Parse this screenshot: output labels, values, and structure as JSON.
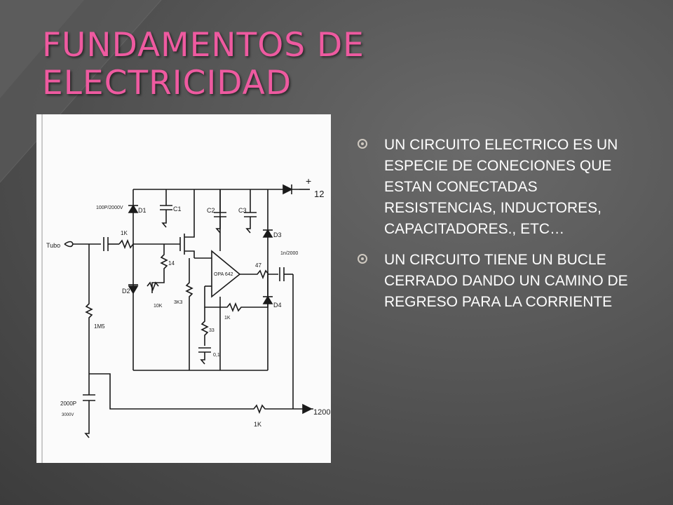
{
  "slide": {
    "title_line1": "FUNDAMENTOS DE",
    "title_line2": "ELECTRICIDAD",
    "bullets": [
      "UN CIRCUITO ELECTRICO ES UN  ESPECIE DE CONECIONES QUE ESTAN CONECTADAS RESISTENCIAS, INDUCTORES, CAPACITADORES., ETC…",
      "UN CIRCUITO TIENE UN BUCLE CERRADO DANDO UN CAMINO DE REGRESO PARA LA CORRIENTE"
    ],
    "title_color": "#ee5aa0",
    "background_color": "#555555"
  },
  "schematic": {
    "labels": {
      "tubo": "Tubo",
      "cap_in": "100P/2000V",
      "r_1k": "1K",
      "d1": "D1",
      "c1": "C1",
      "c2": "C2",
      "c3": "C3",
      "r_14": "14",
      "d2": "D2",
      "pot_10k": "10K",
      "r_3k3": "3K3",
      "opa": "OPA 642",
      "r_47": "47",
      "d3": "D3",
      "d4": "D4",
      "cap_out": "1n/2000",
      "plus": "+",
      "v12": "12",
      "r_1m5": "1M5",
      "r_1k_fb": "1K",
      "r_33": "33",
      "cap_01": "0,1",
      "cap_2000p": "2000P",
      "cap_2000p_v": "3000V",
      "r_1k_bot": "1K",
      "v1200": "1200"
    }
  }
}
